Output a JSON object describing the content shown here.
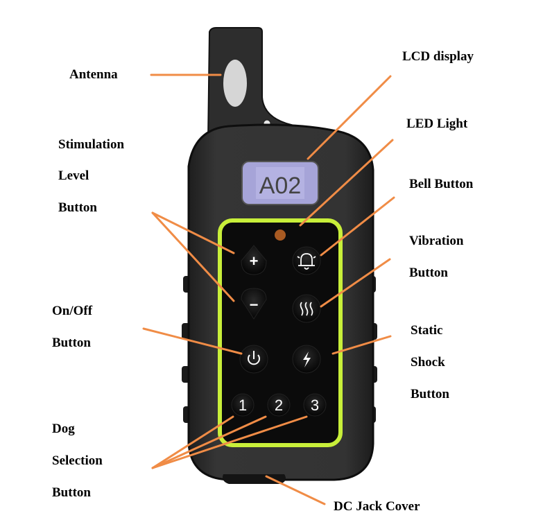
{
  "lcd": {
    "text": "A02"
  },
  "dog_buttons": [
    "1",
    "2",
    "3"
  ],
  "level_buttons": {
    "plus": "+",
    "minus": "−"
  },
  "labels": {
    "antenna": "Antenna",
    "stimulation": [
      "Stimulation",
      "Level",
      "Button"
    ],
    "on_off": [
      "On/Off",
      "Button"
    ],
    "dog_selection": [
      "Dog",
      "Selection",
      "Button"
    ],
    "lcd_display": "LCD display",
    "led_light": "LED Light",
    "bell_button": "Bell Button",
    "vibration": [
      "Vibration",
      "Button"
    ],
    "static_shock": [
      "Static",
      "Shock",
      "Button"
    ],
    "dc_jack_cover": "DC Jack Cover"
  },
  "colors": {
    "body": "#2b2b2b",
    "trim": "#c8ef3a",
    "leader": "#f08c46",
    "lcd": "#a6a4d8",
    "led": "#a85a22"
  }
}
